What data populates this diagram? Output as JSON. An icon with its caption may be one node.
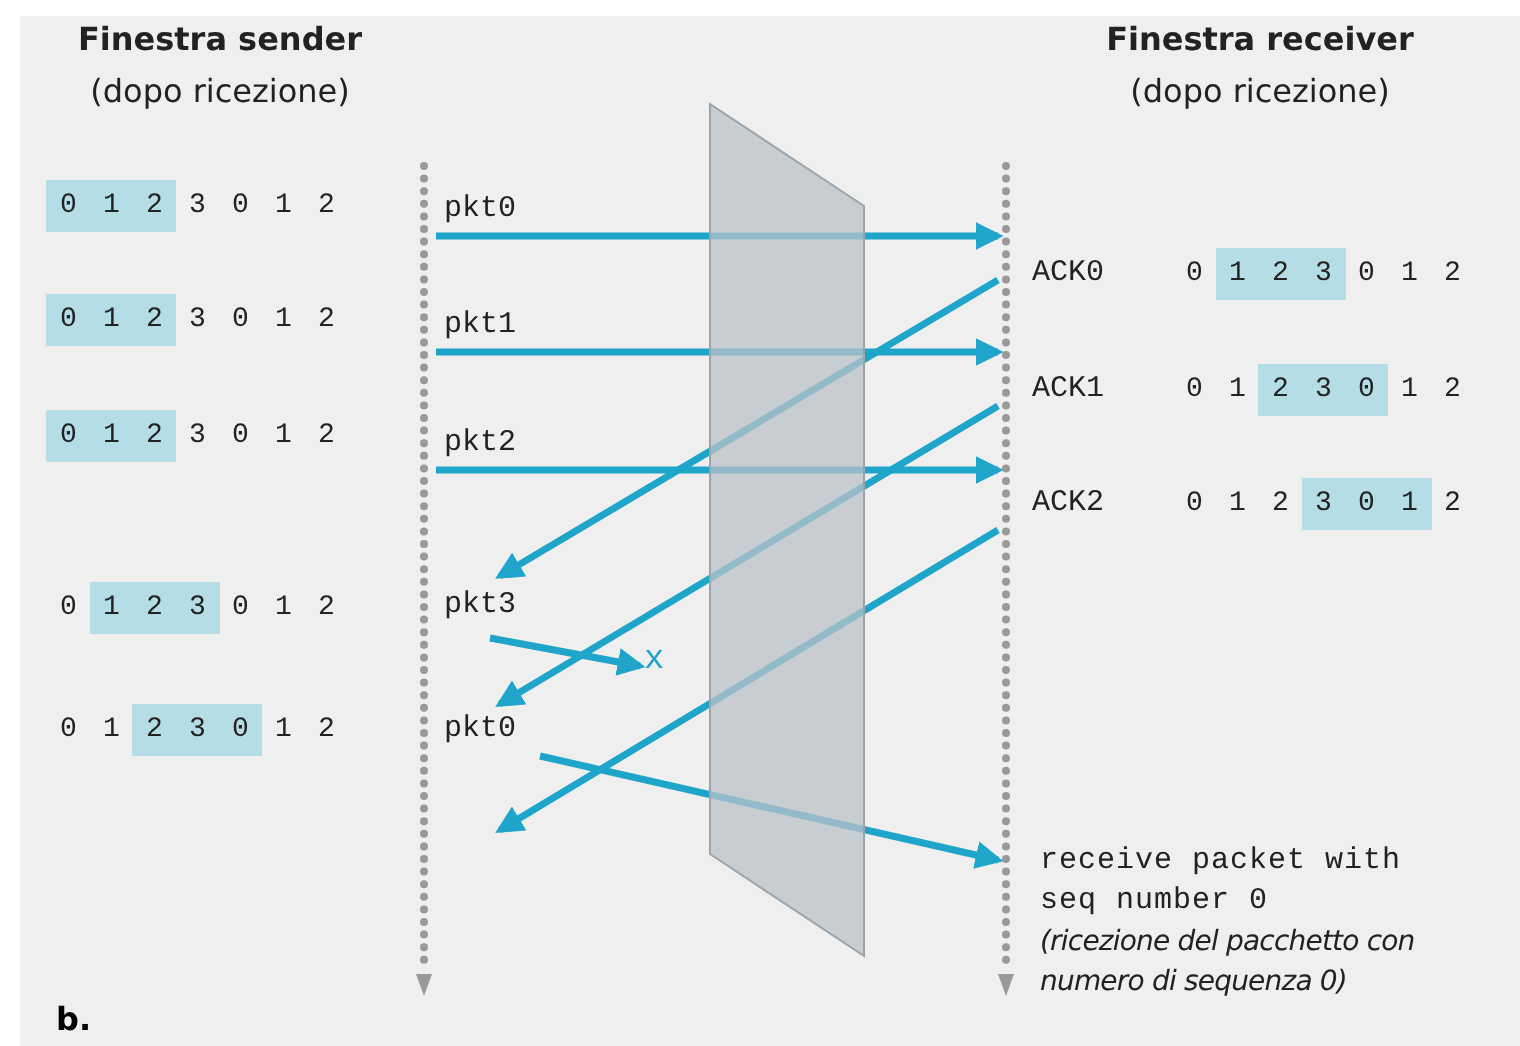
{
  "diagram": {
    "nodes": [
      {
        "text": [],
        "shape": "line"
      },
      {
        "text": [],
        "shape": "line"
      },
      {
        "text": [
          "x"
        ]
      },
      {
        "text": [
          "0 1 2"
        ]
      },
      {
        "text": [
          "0 1 2"
        ]
      },
      {
        "text": [
          "0 1 2"
        ]
      },
      {
        "text": [
          "1 2 3"
        ]
      },
      {
        "text": [
          "2 3 0"
        ]
      },
      {
        "text": [
          "1 2 3"
        ]
      },
      {
        "text": [
          "2 3 0"
        ]
      },
      {
        "text": [
          "3 0 1"
        ]
      }
    ],
    "edges": [
      {
        "from": 0,
        "to": 1,
        "arrow": "to",
        "label": "pkt0"
      },
      {
        "from": 0,
        "to": 1,
        "arrow": "to",
        "label": "pkt1"
      },
      {
        "from": 0,
        "to": 1,
        "arrow": "to",
        "label": "pkt2"
      },
      {
        "from": 1,
        "to": 0,
        "arrow": "to",
        "label": "ACK0"
      },
      {
        "from": 1,
        "to": 0,
        "arrow": "to",
        "label": "ACK1"
      },
      {
        "from": 1,
        "to": 0,
        "arrow": "to",
        "label": "ACK2"
      },
      {
        "from": 0,
        "to": 2,
        "arrow": "to",
        "label": "pkt3"
      },
      {
        "from": 0,
        "to": 1,
        "arrow": "to",
        "label": "pkt0"
      }
    ],
    "labels": [
      "Finestra sender",
      "(dopo ricezione)",
      "Finestra receiver",
      "(dopo ricezione)",
      "3 0 1 2",
      "3 0 1 2",
      "3 0 1 2",
      "0",
      "0 1 2",
      "0 1",
      "1 2",
      "0",
      "0 1 2",
      "0 1",
      "1 2",
      "0 1 2",
      "2",
      "receive packet with seq number 0",
      "(ricezione del pacchetto con numero di sequenza 0)",
      "b."
    ]
  }
}
